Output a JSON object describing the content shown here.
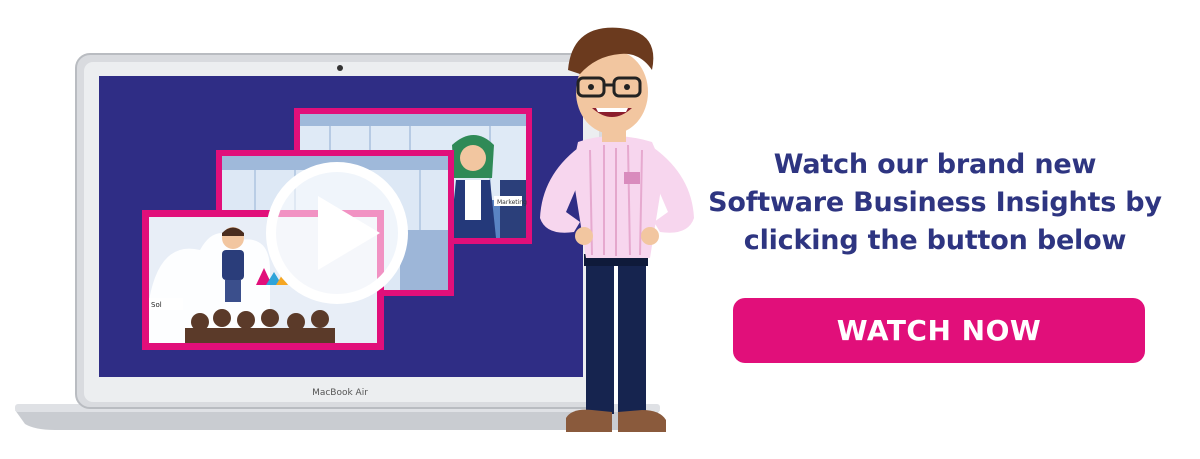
{
  "promo": {
    "headline_lines": [
      "Watch our brand new",
      "Software Business Insights by",
      "clicking the button below"
    ],
    "cta_label": "WATCH NOW"
  },
  "device": {
    "label": "MacBook Air"
  },
  "video_thumbnails": {
    "front_sign": "Sol",
    "back_sign": "Marketing"
  },
  "colors": {
    "brand_navy": "#2e3581",
    "brand_pink": "#e10f7a",
    "screen_bg": "#2f2d85"
  },
  "icons": [
    "play-icon"
  ]
}
